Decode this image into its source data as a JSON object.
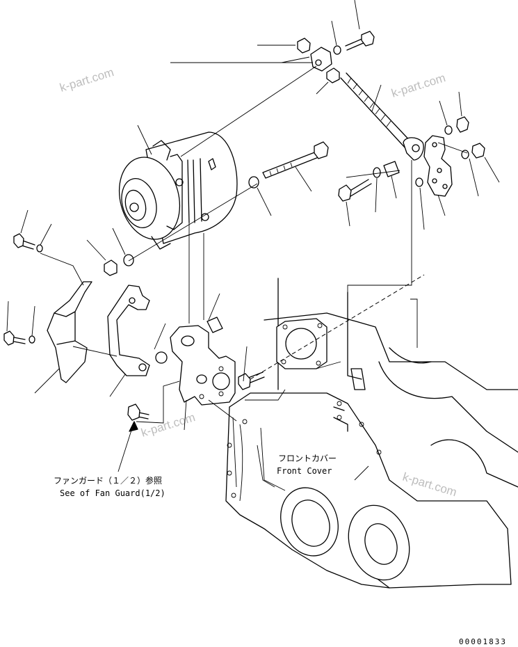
{
  "watermark": "k-part.com",
  "labels": {
    "front_cover_jp": "フロントカバー",
    "front_cover_en": "Front Cover",
    "fan_guard_jp": "ファンガード（１／２）参照",
    "fan_guard_en": "See of Fan Guard(1/2)"
  },
  "figure_code": "00001833"
}
